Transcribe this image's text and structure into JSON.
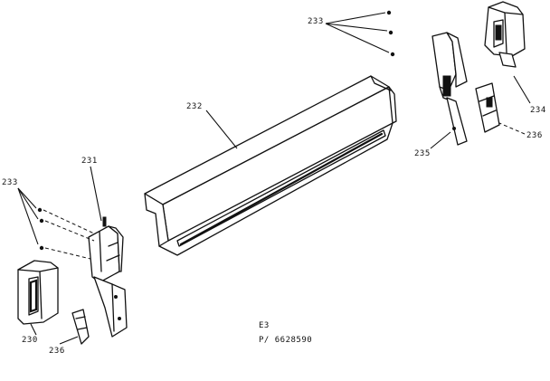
{
  "labels": {
    "p230": "230",
    "p231": "231",
    "p232": "232",
    "p233_left": "233",
    "p233_right": "233",
    "p234": "234",
    "p235": "235",
    "p236_left": "236",
    "p236_right": "236"
  },
  "footer": {
    "line1": "E3",
    "line2": "P/ 6628590"
  },
  "colors": {
    "ink": "#111111",
    "paper": "#ffffff"
  }
}
